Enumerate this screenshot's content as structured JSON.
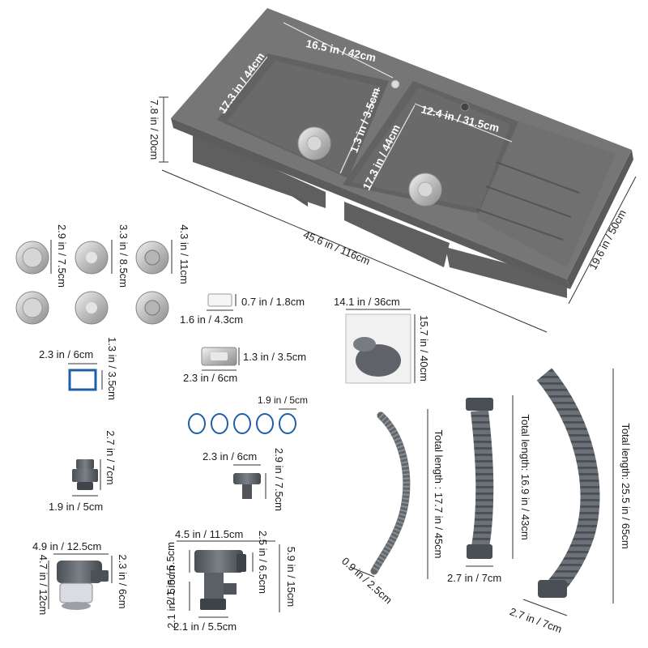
{
  "sink": {
    "length": "45.6 in / 116cm",
    "width": "19.6 in / 50cm",
    "depth": "7.8 in / 20cm",
    "left_bowl_width": "16.5 in / 42cm",
    "left_bowl_depth": "17.3 in / 44cm",
    "divider": "1.3 in / 3.5cm",
    "right_bowl_width": "12.4 in / 31.5cm",
    "right_bowl_depth": "17.3 in / 44cm"
  },
  "strainers": {
    "d1": "2.9 in / 7.5cm",
    "d2": "3.3 in / 8.5cm",
    "d3": "4.3 in / 11cm"
  },
  "overflow_small": {
    "height": "0.7 in / 1.8cm",
    "width": "1.6 in / 4.3cm"
  },
  "overflow_large": {
    "height": "1.3 in / 3.5cm",
    "width": "2.3 in / 6cm"
  },
  "bag": {
    "width": "14.1 in / 36cm",
    "height": "15.7 in / 40cm"
  },
  "gasket": {
    "width": "2.3 in / 6cm",
    "height": "1.3 in / 3.5cm"
  },
  "orings": {
    "size": "1.9 in / 5cm"
  },
  "connector": {
    "height": "2.7 in / 7cm",
    "width": "1.9 in / 5cm"
  },
  "tpiece_small": {
    "width": "2.3 in / 6cm",
    "height": "2.9 in / 7.5cm"
  },
  "trap": {
    "width": "4.9 in / 12.5cm",
    "height": "4.7 in / 12cm",
    "side": "2.3 in / 6cm"
  },
  "tee": {
    "width": "4.5 in / 11.5cm",
    "left": "2.1 in / 5.5cm",
    "right": "2.5 in / 6.5cm",
    "height": "5.9 in / 15cm",
    "bottom_left": "2.1 in / 5.5cm",
    "bottom": "2.1 in / 5.5cm"
  },
  "hose1": {
    "length": "Total length : 17.7 in / 45cm",
    "end": "0.9 in / 2.5cm"
  },
  "hose2": {
    "length": "Total length: 16.9 in / 43cm",
    "end": "2.7 in / 7cm"
  },
  "hose3": {
    "length": "Total length: 25.5 in / 65cm",
    "end": "2.7 in / 7cm"
  },
  "colors": {
    "sink": "#6f6f6f",
    "sink_dark": "#555555",
    "steel": "#c9c9c9",
    "gasket": "#1f5fa8"
  }
}
